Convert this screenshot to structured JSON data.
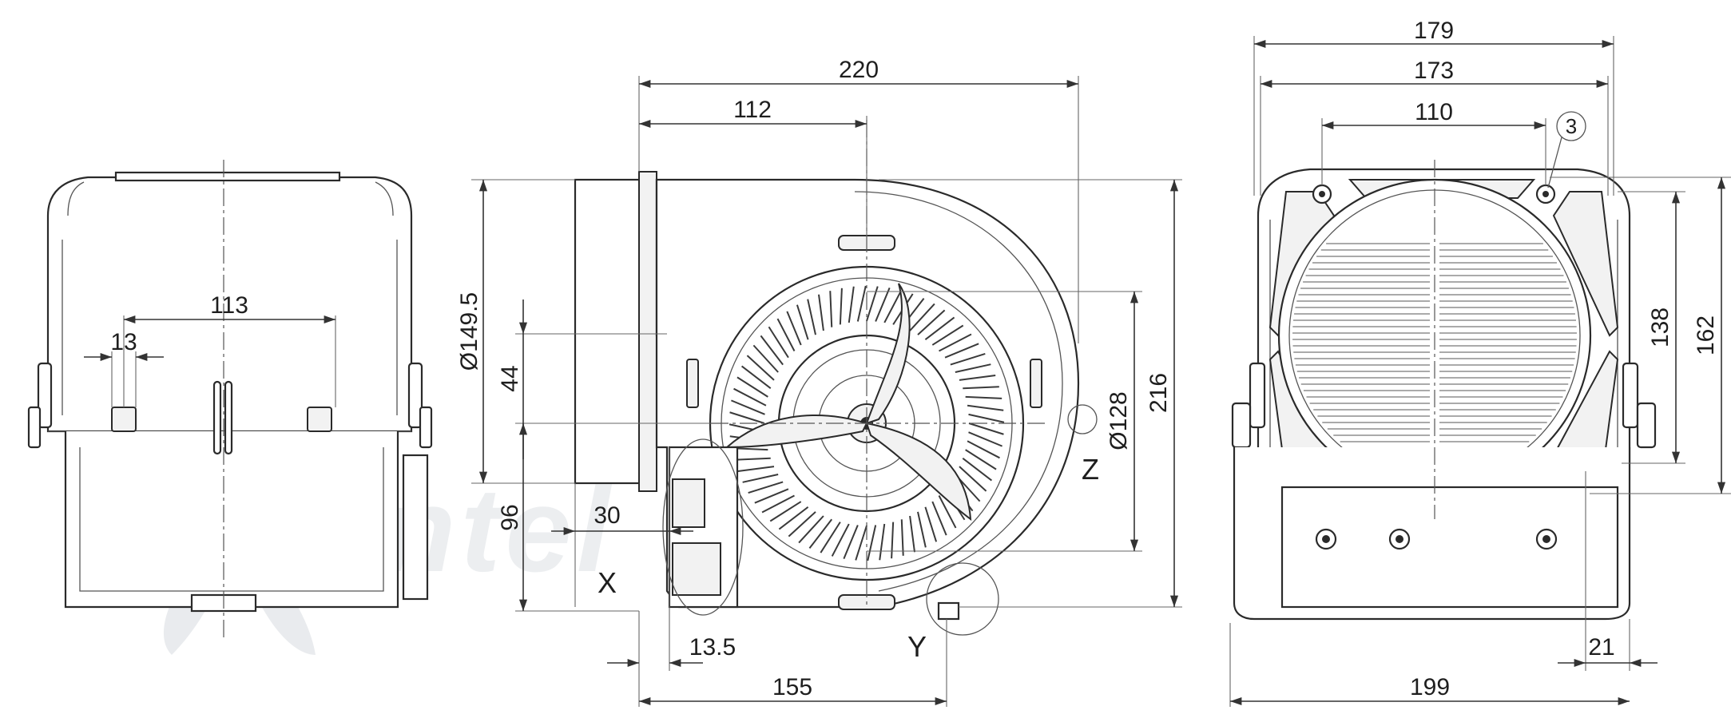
{
  "logo": {
    "text": "ventel"
  },
  "views": {
    "left": {
      "dims": {
        "d113": "113",
        "d13": "13"
      }
    },
    "front": {
      "dims": {
        "d220": "220",
        "d112": "112",
        "d149_5": "Ø149.5",
        "d44": "44",
        "d216": "216",
        "d128": "Ø128",
        "d96": "96",
        "d30": "30",
        "d13_5": "13.5",
        "d155": "155"
      },
      "labels": {
        "x": "X",
        "y": "Y",
        "z": "Z"
      }
    },
    "right": {
      "dims": {
        "d179": "179",
        "d173": "173",
        "d110": "110",
        "d138": "138",
        "d162": "162",
        "d21": "21",
        "d199": "199"
      },
      "callout": "3"
    }
  }
}
